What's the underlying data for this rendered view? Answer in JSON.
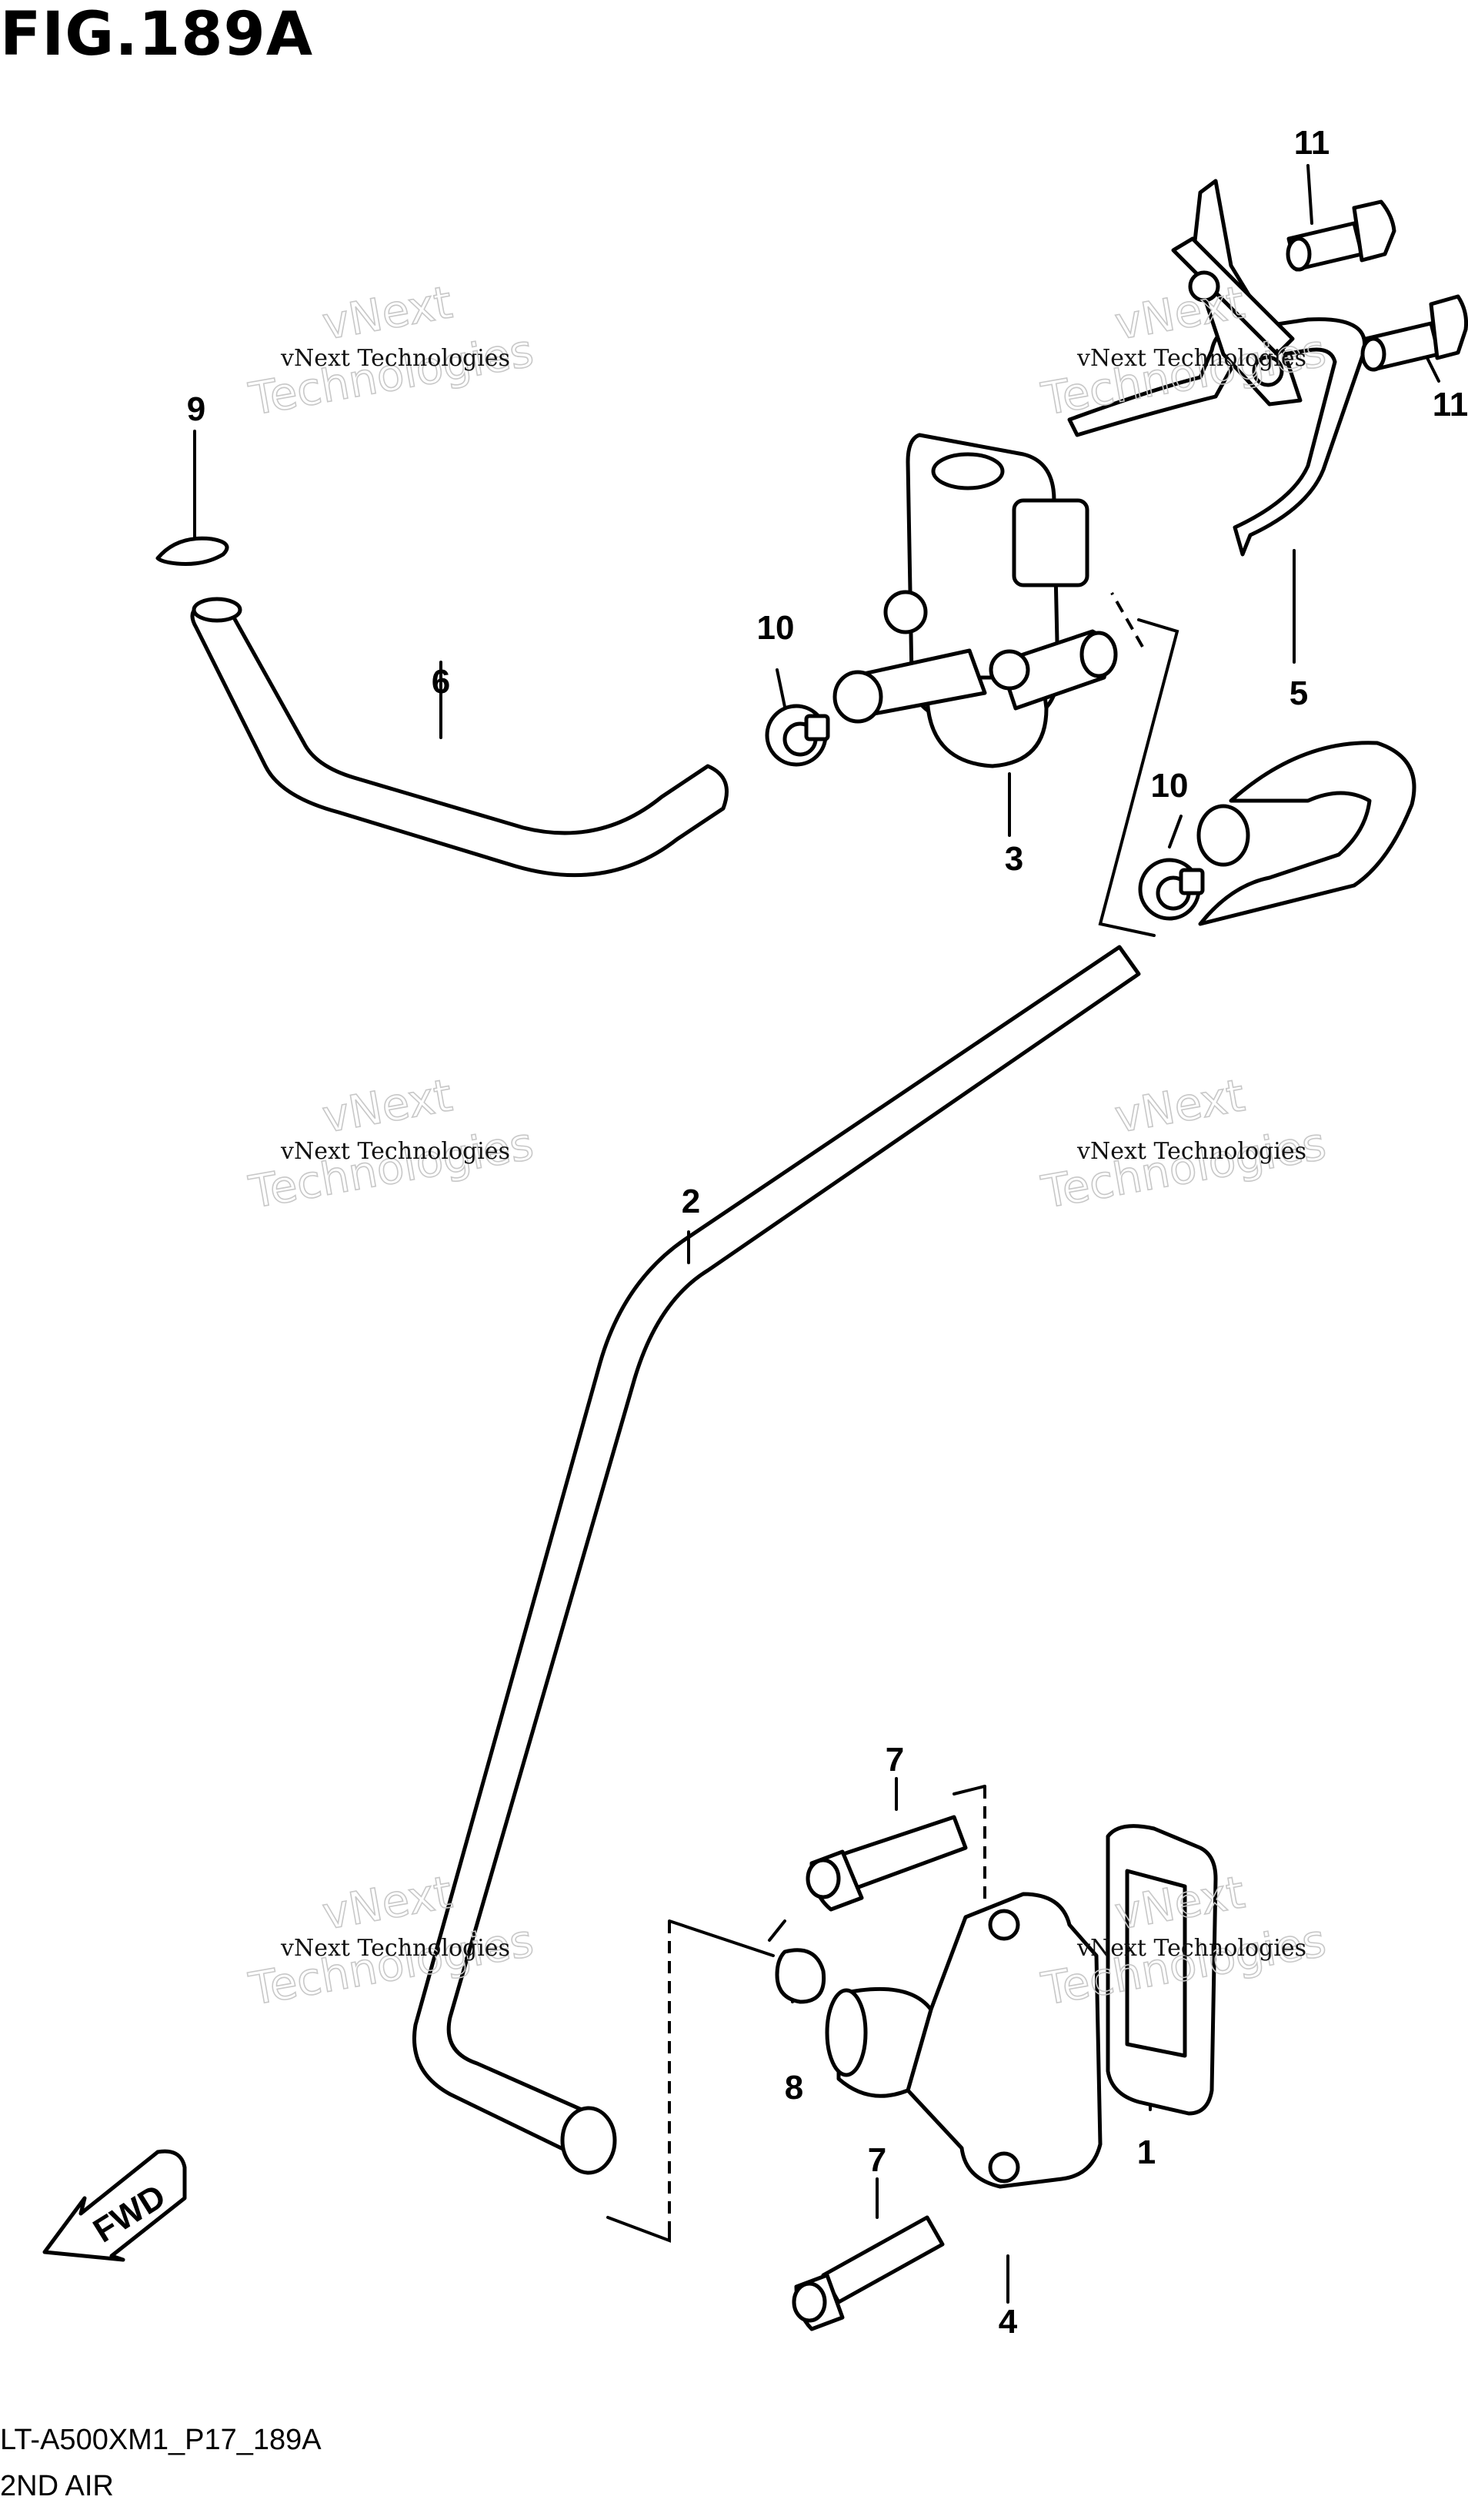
{
  "figure": {
    "title": "FIG.189A",
    "model_code": "LT-A500XM1_P17_189A",
    "section_name": "2ND AIR"
  },
  "callouts": {
    "c1": "1",
    "c2": "2",
    "c3": "3",
    "c4": "4",
    "c5": "5",
    "c6": "6",
    "c7a": "7",
    "c7b": "7",
    "c8": "8",
    "c9": "9",
    "c10a": "10",
    "c10b": "10",
    "c11a": "11",
    "c11b": "11"
  },
  "watermark": {
    "line1": "vNext Technologies",
    "line2": "vNext",
    "line3": "Technologies"
  },
  "fwd_arrow": {
    "label": "FWD"
  }
}
